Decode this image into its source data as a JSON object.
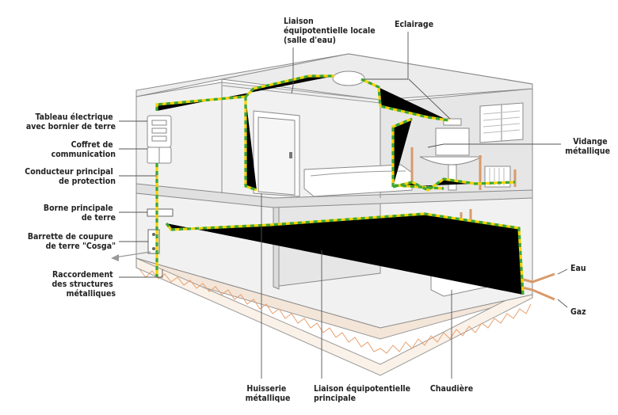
{
  "labels": {
    "liaison_locale": [
      "Liaison",
      "équipotentielle locale",
      "(salle d'eau)"
    ],
    "eclairage": "Eclairage",
    "tableau": [
      "Tableau électrique",
      "avec bornier de terre"
    ],
    "coffret": [
      "Coffret de",
      "communication"
    ],
    "conducteur": [
      "Conducteur principal",
      "de protection"
    ],
    "borne": [
      "Borne principale",
      "de terre"
    ],
    "barrette": [
      "Barrette de coupure",
      "de terre \"Cosga\""
    ],
    "raccordement": [
      "Raccordement",
      "des structures",
      "métalliques"
    ],
    "vidange": [
      "Vidange",
      "métallique"
    ],
    "eau": "Eau",
    "gaz": "Gaz",
    "huisserie": [
      "Huisserie",
      "métallique"
    ],
    "liaison_principale": [
      "Liaison équipotentielle",
      "principale"
    ],
    "chaudiere": "Chaudière"
  },
  "colors": {
    "earth_yellow": "#f2d200",
    "earth_green": "#3aa63a",
    "copper_pipe": "#d89a6a",
    "ground_hatch": "#e8a070"
  }
}
